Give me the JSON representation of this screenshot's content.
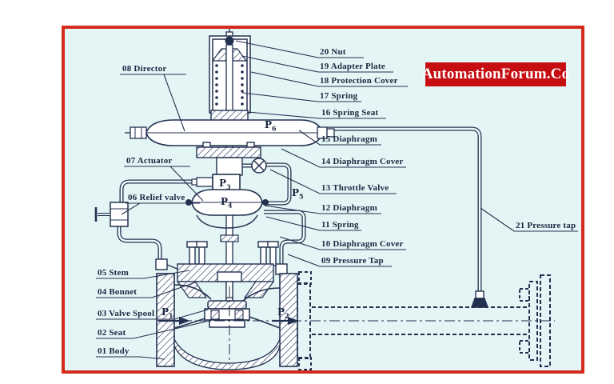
{
  "logo": {
    "text": "AutomationForum.Co"
  },
  "parts": {
    "left_column": [
      "08 Director",
      "07 Actuator",
      "06 Relief valve",
      "05 Stem",
      "04 Bonnet",
      "03 Valve Spool",
      "02 Seat",
      "01 Body"
    ],
    "right_column": [
      "20 Nut",
      "19 Adapter Plate",
      "18 Protection Cover",
      "17 Spring",
      "16 Spring Seat",
      "15 Diaphragm",
      "14 Diaphragm Cover",
      "13 Throttle Valve",
      "12 Diaphragm",
      "11 Spring",
      "10 Diaphragm Cover",
      "09 Pressure Tap"
    ],
    "pressure_tap_21": "21 Pressure tap"
  },
  "pressure_points": [
    {
      "base": "P",
      "sub": "1"
    },
    {
      "base": "P",
      "sub": "2"
    },
    {
      "base": "P",
      "sub": "3"
    },
    {
      "base": "P",
      "sub": "4"
    },
    {
      "base": "P",
      "sub": "5"
    },
    {
      "base": "P",
      "sub": "6"
    }
  ],
  "colors": {
    "frame_border": "#d42b1f",
    "diagram_background": "#e4f5f6",
    "line": "#22304f",
    "logo_background": "#c60d12",
    "logo_text": "#ffffff"
  }
}
